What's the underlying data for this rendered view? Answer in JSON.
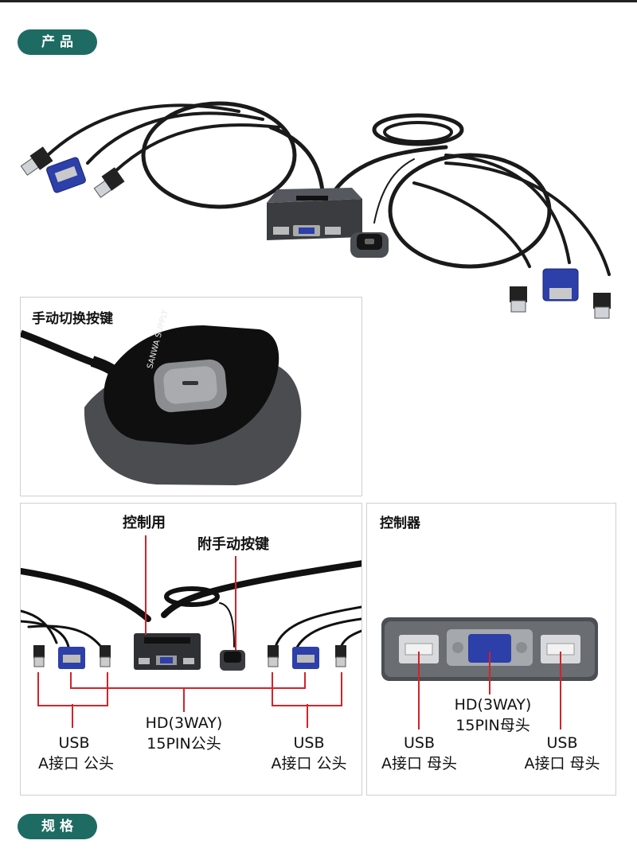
{
  "section_product": "产品",
  "section_spec": "规格",
  "panel_button": {
    "title": "手动切换按键",
    "brand_text": "SANWA SUPPLY"
  },
  "panel_cable": {
    "label_control": "控制用",
    "label_button": "附手动按键",
    "usb_left_1": "USB",
    "usb_left_2": "A接口 公头",
    "hd_1": "HD(3WAY)",
    "hd_2": "15PIN公头",
    "usb_right_1": "USB",
    "usb_right_2": "A接口 公头"
  },
  "panel_controller": {
    "title": "控制器",
    "hd_1": "HD(3WAY)",
    "hd_2": "15PIN母头",
    "usb_left_1": "USB",
    "usb_left_2": "A接口 母头",
    "usb_right_1": "USB",
    "usb_right_2": "A接口 母头"
  },
  "colors": {
    "accent": "#1e6b63",
    "callout": "#d2232a",
    "vga_blue": "#2d3fa8"
  }
}
